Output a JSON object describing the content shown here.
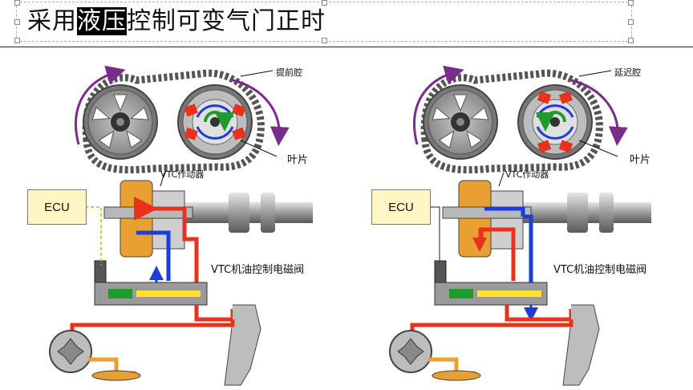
{
  "slide": {
    "title_prefix": "采用",
    "title_highlight": "液压",
    "title_suffix": "控制可变气门正时"
  },
  "left": {
    "ecu": "ECU",
    "chamber_label": "提前腔",
    "vane_label": "叶片",
    "actuator_label": "VTC作动器",
    "solenoid_label": "VTC机油控制电磁阀"
  },
  "right": {
    "ecu": "ECU",
    "chamber_label": "延迟腔",
    "vane_label": "叶片",
    "actuator_label": "VTC作动器",
    "solenoid_label": "VTC机油控制电磁阀"
  },
  "colors": {
    "pressure_oil": "#e8321e",
    "return_oil": "#1e3cd6",
    "rotation_arrow": "#7a2c8c",
    "ecu_fill": "#fff6c4",
    "actuator_fill": "#e8a030"
  }
}
